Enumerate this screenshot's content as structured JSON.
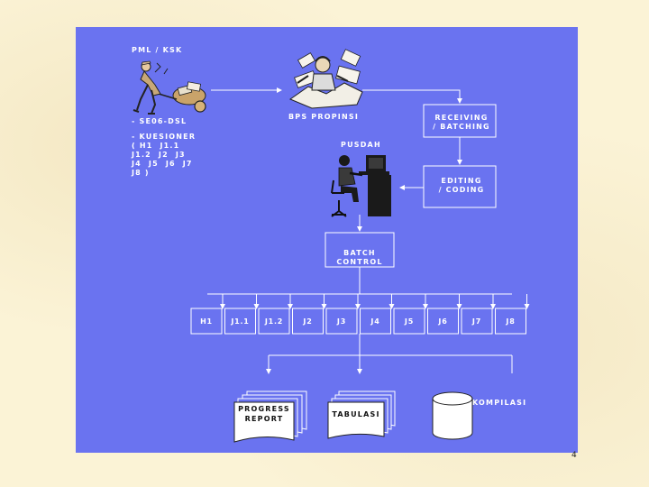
{
  "sources": {
    "pml_ksk": "PML / KSK",
    "sdeg_dsl": "- SE06-DSL",
    "kuesioner": "- KUESIONER\n( H1  J1.1\nJ1.2  J2  J3\nJ4  J5  J6  J7\nJ8 )"
  },
  "nodes": {
    "bps_propinsi": "BPS PROPINSI",
    "receiving": "RECEIVING\n/ BATCHING",
    "pusdah": "PUSDAH",
    "editing": "EDITING\n/ CODING",
    "batch_control": "BATCH\nCONTROL"
  },
  "batches": [
    "H1",
    "J1.1",
    "J1.2",
    "J2",
    "J3",
    "J4",
    "J5",
    "J6",
    "J7",
    "J8"
  ],
  "outputs": {
    "progress_report": "PROGRESS\nREPORT",
    "tabulasi": "TABULASI",
    "kompilasi": "KOMPILASI"
  },
  "page_number": "4",
  "colors": {
    "panel": "#6a73f0",
    "line": "#ffffff",
    "box": "#6a73f0",
    "background": "#fbf3d6"
  }
}
